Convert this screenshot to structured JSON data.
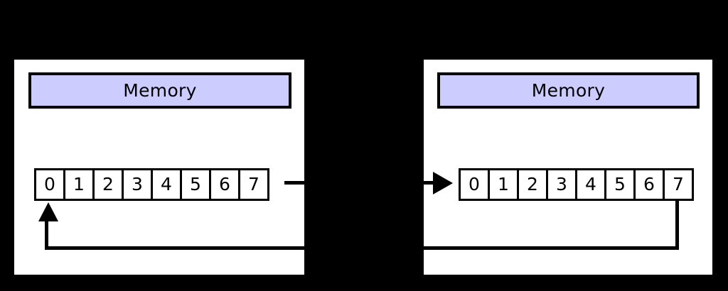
{
  "figure": {
    "background_color": "#000000",
    "panel_color": "#ffffff",
    "accent_color": "#ccccff",
    "stroke_color": "#000000"
  },
  "panels": [
    {
      "id": "left",
      "header": {
        "label": "Memory"
      },
      "cells": [
        "0",
        "1",
        "2",
        "3",
        "4",
        "5",
        "6",
        "7"
      ],
      "connectors": [
        {
          "name": "output-stub",
          "from_cell": "7",
          "direction": "right"
        },
        {
          "name": "feedback-path",
          "to_cell": "0",
          "direction": "up",
          "arrowhead": "up"
        }
      ]
    },
    {
      "id": "right",
      "header": {
        "label": "Memory"
      },
      "cells": [
        "0",
        "1",
        "2",
        "3",
        "4",
        "5",
        "6",
        "7"
      ],
      "connectors": [
        {
          "name": "input-arrow",
          "to_cell": "0",
          "direction": "right",
          "arrowhead": "right"
        },
        {
          "name": "feedback-path",
          "from_cell": "7",
          "direction": "down-left"
        }
      ]
    }
  ]
}
